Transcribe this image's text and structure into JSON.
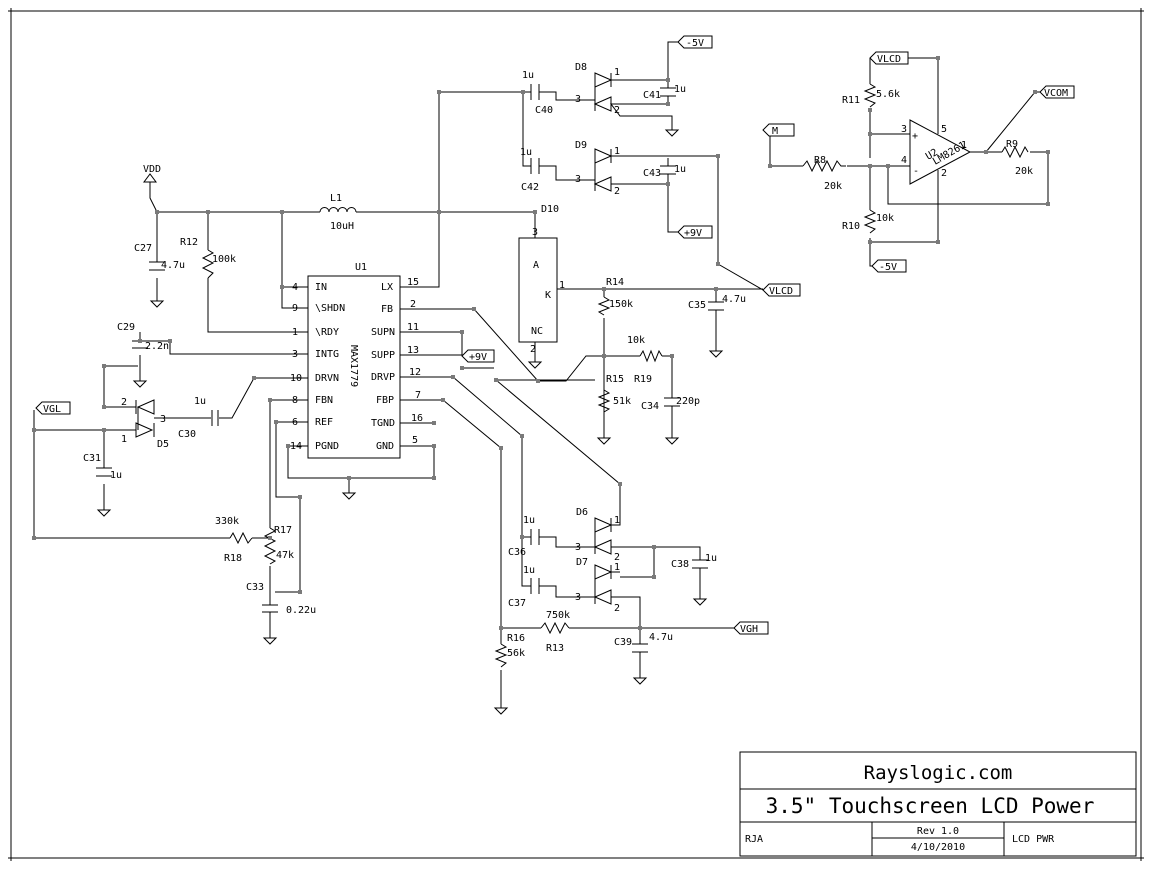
{
  "title_block": {
    "company": "Rayslogic.com",
    "title": "3.5\" Touchscreen LCD Power",
    "author": "RJA",
    "rev": "Rev 1.0",
    "date": "4/10/2010",
    "sheet": "LCD PWR"
  },
  "ports": {
    "vdd": "VDD",
    "m5v_top": "-5V",
    "p9v_top": "+9V",
    "vlcd_right": "VLCD",
    "vlcd_top": "VLCD",
    "vcom": "VCOM",
    "m": "M",
    "m5v_right": "-5V",
    "p9v_mid": "+9V",
    "vgl": "VGL",
    "vgh": "VGH"
  },
  "ic": {
    "ref": "U1",
    "part": "MAX1779",
    "left_pins": [
      {
        "num": "4",
        "name": "IN"
      },
      {
        "num": "9",
        "name": "\\SHDN"
      },
      {
        "num": "1",
        "name": "\\RDY"
      },
      {
        "num": "3",
        "name": "INTG"
      },
      {
        "num": "10",
        "name": "DRVN"
      },
      {
        "num": "8",
        "name": "FBN"
      },
      {
        "num": "6",
        "name": "REF"
      },
      {
        "num": "14",
        "name": "PGND"
      }
    ],
    "right_pins": [
      {
        "num": "15",
        "name": "LX"
      },
      {
        "num": "2",
        "name": "FB"
      },
      {
        "num": "11",
        "name": "SUPN"
      },
      {
        "num": "13",
        "name": "SUPP"
      },
      {
        "num": "12",
        "name": "DRVP"
      },
      {
        "num": "7",
        "name": "FBP"
      },
      {
        "num": "16",
        "name": "TGND"
      },
      {
        "num": "5",
        "name": "GND"
      }
    ]
  },
  "opamp": {
    "ref": "U2",
    "part": "LM8261",
    "pin_plus": "3",
    "pin_minus": "4",
    "pin_out": "1",
    "pin_vp": "5",
    "pin_vn": "2",
    "plus_sign": "+",
    "minus_sign": "-"
  },
  "d10": {
    "ref": "D10",
    "a": "A",
    "k": "K",
    "nc": "NC",
    "pin_top": "3",
    "pin_right": "1",
    "pin_bottom": "2"
  },
  "inductor": {
    "ref": "L1",
    "value": "10uH"
  },
  "parts": {
    "c27": "C27",
    "c27v": "4.7u",
    "r12": "R12",
    "r12v": "100k",
    "c29": "C29",
    "c29v": "2.2n",
    "c30": "C30",
    "c30v": "1u",
    "c31": "C31",
    "c31v": "1u",
    "d5": "D5",
    "d5p2": "2",
    "d5p1": "1",
    "d5p3": "3",
    "r18": "R18",
    "r18v": "330k",
    "r17": "R17",
    "r17v": "47k",
    "c33": "C33",
    "c33v": "0.22u",
    "c40": "C40",
    "c40v": "1u",
    "d8": "D8",
    "d8p1": "1",
    "d8p3": "3",
    "d8p2": "2",
    "c41": "C41",
    "c41v": "1u",
    "c42": "C42",
    "c42v": "1u",
    "d9": "D9",
    "d9p1": "1",
    "d9p3": "3",
    "d9p2": "2",
    "c43": "C43",
    "c43v": "1u",
    "r14": "R14",
    "r14v": "150k",
    "c35": "C35",
    "c35v": "4.7u",
    "r15": "R15",
    "r15v": "51k",
    "r19": "R19",
    "r19v": "10k",
    "c34": "C34",
    "c34v": "220p",
    "c36": "C36",
    "c36v": "1u",
    "d6": "D6",
    "d6p1": "1",
    "d6p3": "3",
    "d6p2": "2",
    "c38": "C38",
    "c38v": "1u",
    "c37": "C37",
    "c37v": "1u",
    "d7": "D7",
    "d7p1": "1",
    "d7p3": "3",
    "d7p2": "2",
    "r13": "R13",
    "r13v": "750k",
    "c39": "C39",
    "c39v": "4.7u",
    "r16": "R16",
    "r16v": "56k",
    "r11": "R11",
    "r11v": "5.6k",
    "r10": "R10",
    "r10v": "10k",
    "r8": "R8",
    "r8v": "20k",
    "r9": "R9",
    "r9v": "20k"
  }
}
